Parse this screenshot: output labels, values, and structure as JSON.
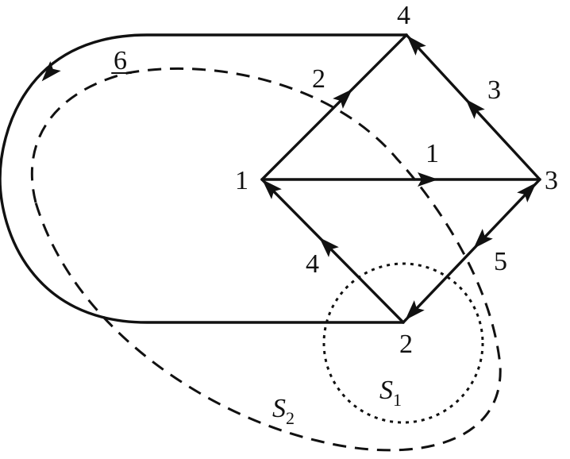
{
  "nodes": [
    {
      "id": "n1",
      "label": "1"
    },
    {
      "id": "n2",
      "label": "2"
    },
    {
      "id": "n3",
      "label": "3"
    },
    {
      "id": "n4",
      "label": "4"
    }
  ],
  "edges": [
    {
      "id": "e1",
      "label": "1",
      "from": "1",
      "to": "3"
    },
    {
      "id": "e2",
      "label": "2",
      "from": "1",
      "to": "4"
    },
    {
      "id": "e3",
      "label": "3",
      "from": "3",
      "to": "4"
    },
    {
      "id": "e4",
      "label": "4",
      "from": "2",
      "to": "1"
    },
    {
      "id": "e5",
      "label": "5",
      "from": "3",
      "to": "2"
    },
    {
      "id": "e6",
      "label": "6",
      "from": "4",
      "to": "2"
    }
  ],
  "cutsets": [
    {
      "id": "S1",
      "letter": "S",
      "sub": "1",
      "style": "dotted circle"
    },
    {
      "id": "S2",
      "letter": "S",
      "sub": "2",
      "style": "dashed closed curve"
    }
  ],
  "colors": {
    "ink": "#111111",
    "background": "#ffffff"
  }
}
